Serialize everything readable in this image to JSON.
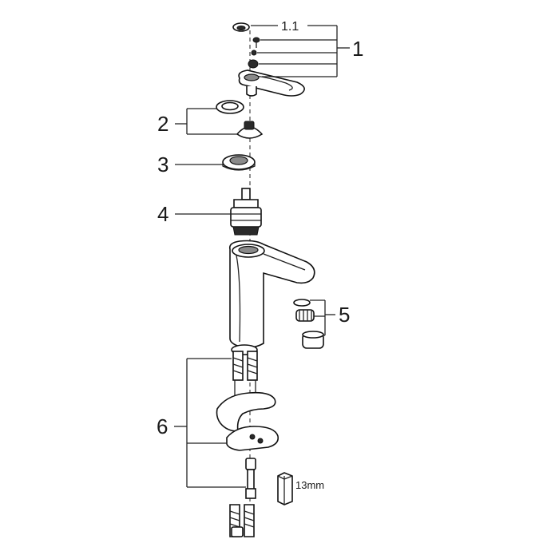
{
  "callouts": {
    "c1_1": "1.1",
    "c1": "1",
    "c2": "2",
    "c3": "3",
    "c4": "4",
    "c5": "5",
    "c6": "6"
  },
  "tool_size": "13mm"
}
